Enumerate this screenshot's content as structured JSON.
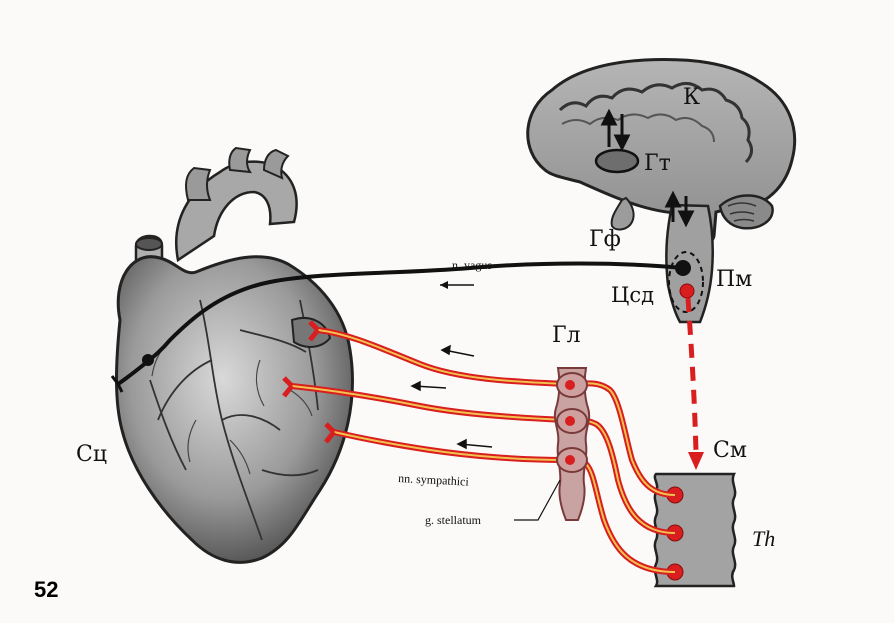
{
  "labels": {
    "brain_cortex": "К",
    "hypothalamus": "Гт",
    "pituitary": "Гф",
    "medulla": "Пм",
    "cardio_center": "Цсд",
    "ganglion": "Гл",
    "spinal_cord": "См",
    "thoracic": "Th",
    "heart": "Сц",
    "vagus": "n. vagus",
    "sympathetic": "nn. sympathici",
    "stellate": "g. stellatum",
    "page_number": "52"
  },
  "colors": {
    "nerve_red": "#d81e1e",
    "nerve_core": "#f2c14e",
    "vagus_black": "#111111",
    "brain_gray": "#9a9a9a",
    "cord_gray": "#a3a3a3",
    "heart_gray": "#8c8c8c"
  }
}
